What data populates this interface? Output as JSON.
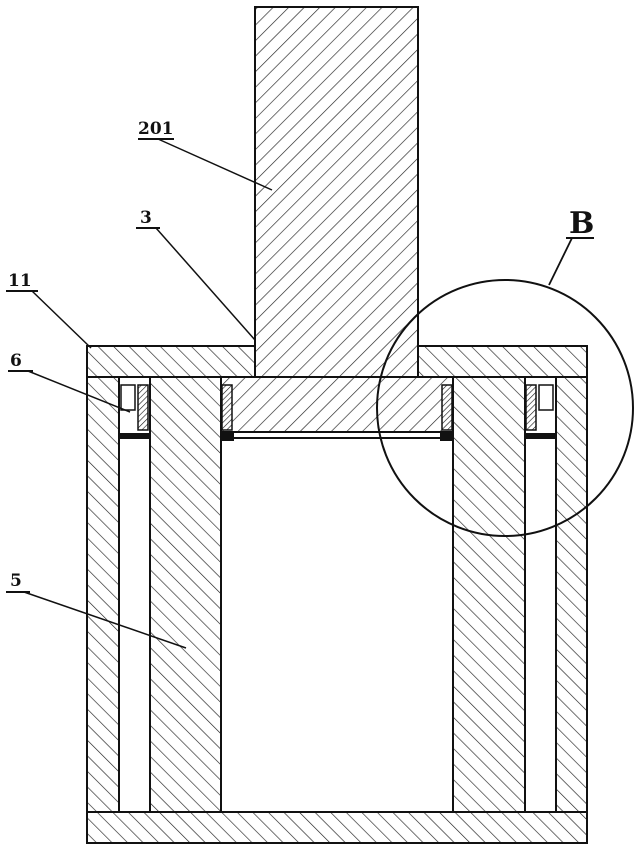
{
  "labels": {
    "part_201": "201",
    "part_3": "3",
    "part_11": "11",
    "part_6": "6",
    "part_5": "5",
    "detail_b": "B"
  },
  "colors": {
    "line": "#111111",
    "hatch": "#222222",
    "background": "#ffffff"
  }
}
